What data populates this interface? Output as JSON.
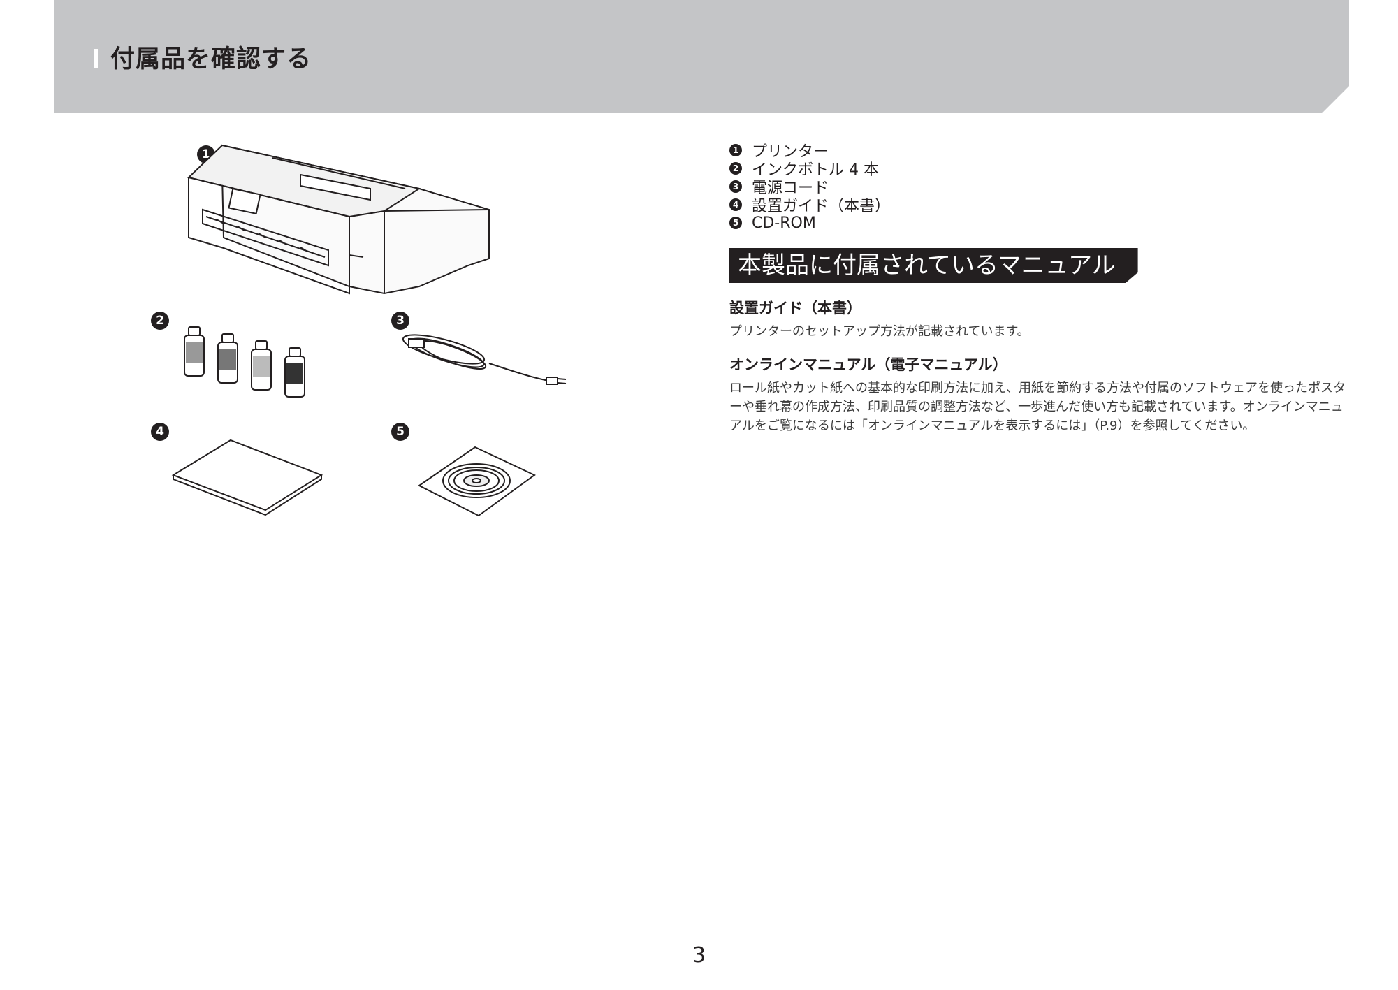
{
  "header": {
    "title": "付属品を確認する"
  },
  "illustration": {
    "labels": [
      "1",
      "2",
      "3",
      "4",
      "5"
    ]
  },
  "items": [
    {
      "num": "1",
      "label": "プリンター"
    },
    {
      "num": "2",
      "label": "インクボトル 4 本"
    },
    {
      "num": "3",
      "label": "電源コード"
    },
    {
      "num": "4",
      "label": "設置ガイド（本書）"
    },
    {
      "num": "5",
      "label": "CD-ROM"
    }
  ],
  "section": {
    "title": "本製品に付属されているマニュアル",
    "sub1": {
      "title": "設置ガイド（本書）",
      "body": "プリンターのセットアップ方法が記載されています。"
    },
    "sub2": {
      "title": "オンラインマニュアル（電子マニュアル）",
      "body": "ロール紙やカット紙への基本的な印刷方法に加え、用紙を節約する方法や付属のソフトウェアを使ったポスターや垂れ幕の作成方法、印刷品質の調整方法など、一歩進んだ使い方も記載されています。オンラインマニュアルをご覧になるには「オンラインマニュアルを表示するには」（P.9）を参照してください。"
    }
  },
  "footer": {
    "page": "3"
  },
  "colors": {
    "header_bg": "#c4c5c7",
    "ink": "#231f20"
  }
}
